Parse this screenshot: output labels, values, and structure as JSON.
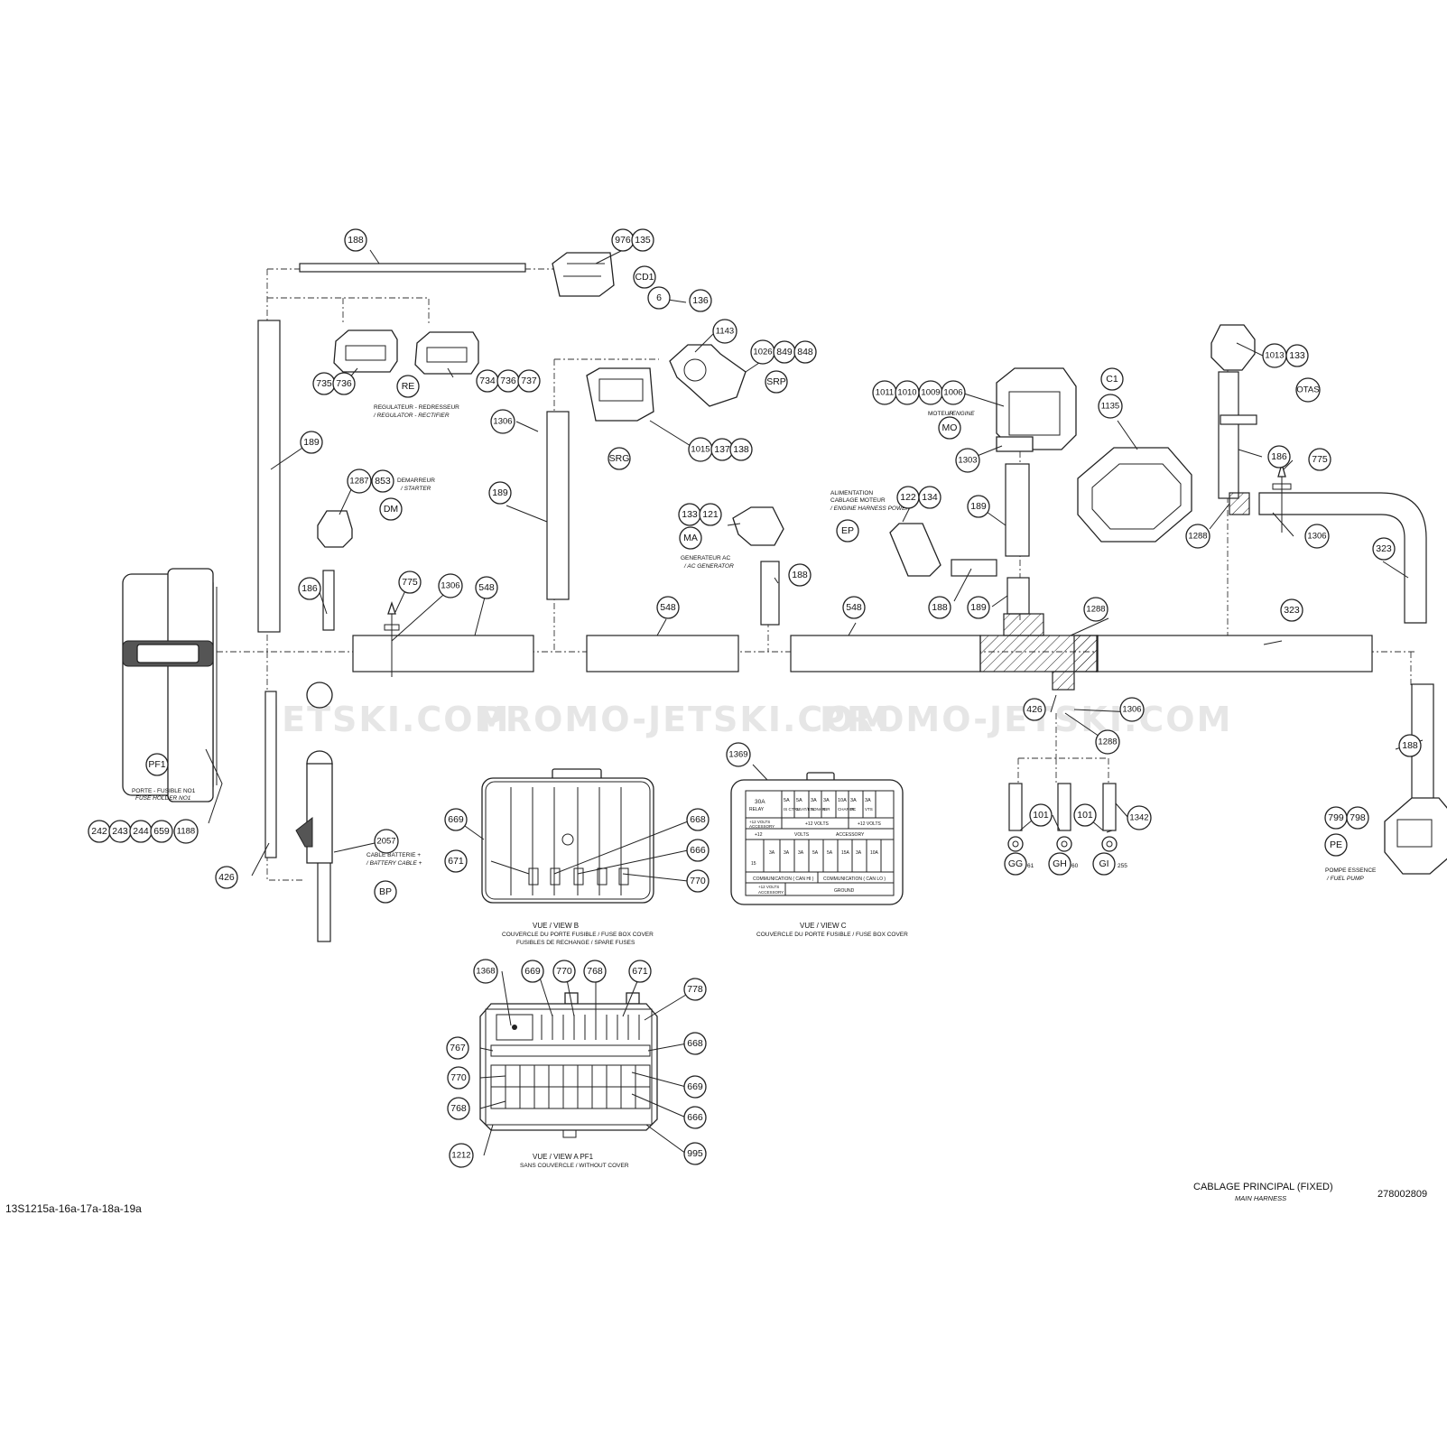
{
  "watermark": {
    "w1": "JETSKI.COM",
    "w2": "PROMO-JETSKI.COM",
    "w3": "PROMO-JETSKI.COM"
  },
  "callouts": {
    "c188a": "188",
    "c976": "976",
    "c135": "135",
    "cd1": "CD1",
    "c6": "6",
    "c136": "136",
    "c1143": "1143",
    "c1026": "1026",
    "c849": "849",
    "c848": "848",
    "csrp": "SRP",
    "c735": "735",
    "c736a": "736",
    "c734": "734",
    "c736b": "736",
    "c737": "737",
    "cre": "RE",
    "c1306a": "1306",
    "c1015": "1015",
    "c137": "137",
    "c138": "138",
    "csrg": "SRG",
    "c189a": "189",
    "c189b": "189",
    "c1287": "1287",
    "c853": "853",
    "cdm": "DM",
    "c186a": "186",
    "c775a": "775",
    "c1306b": "1306",
    "c548a": "548",
    "c548b": "548",
    "c548c": "548",
    "c133a": "133",
    "c121": "121",
    "cma": "MA",
    "c188b": "188",
    "c1011": "1011",
    "c1010": "1010",
    "c1009": "1009",
    "c1006": "1006",
    "cmo": "MO",
    "c1303": "1303",
    "c122": "122",
    "c134": "134",
    "cep": "EP",
    "c189c": "189",
    "c188c": "188",
    "c189d": "189",
    "cc1": "C1",
    "c1135": "1135",
    "c1013": "1013",
    "c133b": "133",
    "cotas": "OTAS",
    "c186b": "186",
    "c775b": "775",
    "c1288a": "1288",
    "c1306c": "1306",
    "c323a": "323",
    "c1288b": "1288",
    "c323b": "323",
    "c426a": "426",
    "c1306d": "1306",
    "c1288c": "1288",
    "c101a": "101",
    "c101b": "101",
    "c1342": "1342",
    "cgg": "GG",
    "cgh": "GH",
    "cgi": "GI",
    "c188d": "188",
    "c799": "799",
    "c798": "798",
    "cpe": "PE",
    "cpf1": "PF1",
    "c242": "242",
    "c243": "243",
    "c244": "244",
    "c659": "659",
    "c1188": "1188",
    "c426b": "426",
    "c2057": "2057",
    "cbp": "BP",
    "c669a": "669",
    "c671a": "671",
    "c668a": "668",
    "c666a": "666",
    "c770a": "770",
    "c1369": "1369",
    "c1368": "1368",
    "c669b": "669",
    "c770b": "770",
    "c768a": "768",
    "c671b": "671",
    "c778": "778",
    "c767": "767",
    "c668b": "668",
    "c770c": "770",
    "c669c": "669",
    "c768b": "768",
    "c666b": "666",
    "c1212": "1212",
    "c995": "995"
  },
  "labels": {
    "regulator_fr": "REGULATEUR -   REDRESSEUR",
    "regulator_en": "/ REGULATOR -   RECTIFIER",
    "starter_fr": "DEMARREUR",
    "starter_en": "/ STARTER",
    "acgen_fr": "GENERATEUR AC",
    "acgen_en": "/ AC GENERATOR",
    "engine_fr": "MOTEUR",
    "engine_en": "/ ENGINE",
    "power_fr1": "ALIMENTATION",
    "power_fr2": "CABLAGE MOTEUR",
    "power_en": "/ ENGINE HARNESS POWER",
    "fuseholder_fr": "PORTE - FUSIBLE NO1",
    "fuseholder_en": "FUSE HOLDER NO1",
    "battery_fr": "CABLE BATTERIE +",
    "battery_en": "/ BATTERY CABLE +",
    "fuelpump_fr": "POMPE ESSENCE",
    "fuelpump_en": "/ FUEL PUMP",
    "gg_note": "61",
    "gh_note": "60",
    "gi_note": "255",
    "viewb_title": "VUE / VIEW B",
    "viewb_l1": "COUVERCLE DU PORTE FUSIBLE / FUSE BOX COVER",
    "viewb_l2": "FUSIBLES DE RECHANGE / SPARE FUSES",
    "viewc_title": "VUE / VIEW C",
    "viewc_l1": "COUVERCLE DU PORTE FUSIBLE / FUSE BOX COVER",
    "viewa_title": "VUE / VIEW A     PF1",
    "viewa_l1": "SANS COUVERCLE / WITHOUT COVER"
  },
  "viewc": {
    "r1": [
      "30A",
      "5A",
      "5A",
      "3A",
      "3A",
      "10A",
      "3A",
      "3A"
    ],
    "r1sub": [
      "RELAY",
      "IS CTRL",
      "SEAT/ETL",
      "SONAR",
      "IBR",
      "CHARGE",
      "PC",
      "VTS"
    ],
    "volts1": "+12 VOLTS",
    "acc1": "ACCESSORY",
    "volts2": "+12 VOLTS",
    "volts3": "+12 VOLTS",
    "volts4": "+12",
    "volts5": "VOLTS",
    "acc2": "ACCESSORY",
    "r2": [
      "15",
      "3A",
      "3A",
      "3A",
      "5A",
      "5A",
      "15A",
      "3A",
      "10A"
    ],
    "comm_hi": "COMMUNICATION ( CAN HI )",
    "comm_lo": "COMMUNICATION ( CAN LO )",
    "volts6": "+12 VOLTS",
    "acc3": "ACCESSORY",
    "ground": "GROUND"
  },
  "footer": {
    "title": "CABLAGE PRINCIPAL (FIXED)",
    "subtitle": "MAIN HARNESS",
    "doc_number": "278002809",
    "ref_code": "13S1215a-16a-17a-18a-19a"
  }
}
